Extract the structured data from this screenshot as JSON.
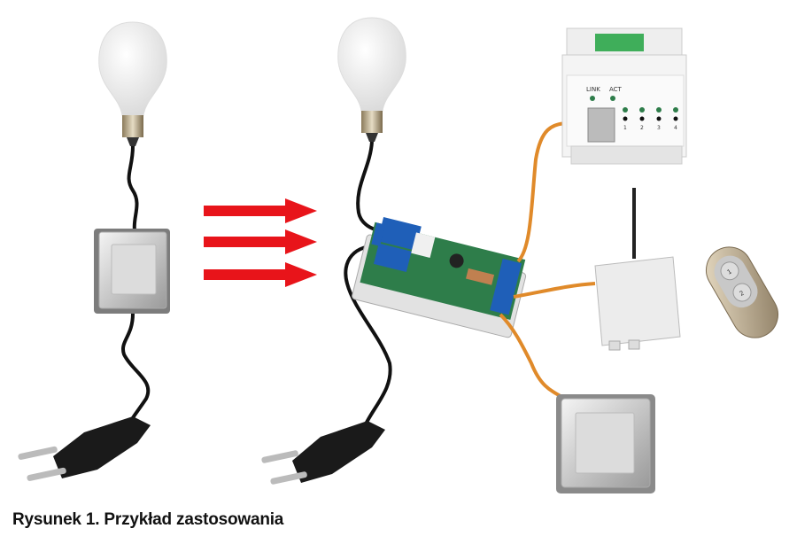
{
  "caption": "Rysunek 1. Przykład zastosowania",
  "din_module": {
    "led_labels": [
      "LINK",
      "ACT"
    ],
    "channel_labels": [
      "1",
      "2",
      "3",
      "4"
    ]
  },
  "remote": {
    "buttons": [
      "1",
      "2"
    ]
  },
  "colors": {
    "arrow": "#e8141a",
    "wire_orange": "#e08a2a",
    "cable_black": "#111111"
  }
}
